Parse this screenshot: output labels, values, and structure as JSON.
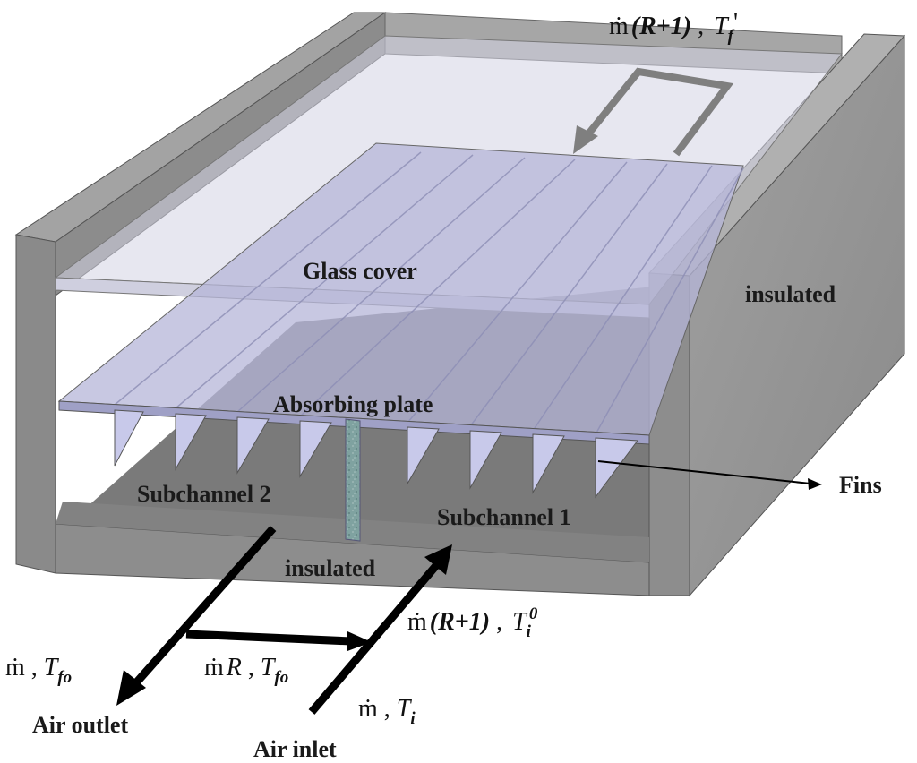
{
  "labels": {
    "glass_cover": "Glass cover",
    "insulated_side": "insulated",
    "absorbing_plate": "Absorbing plate",
    "fins": "Fins",
    "subchannel_2": "Subchannel 2",
    "subchannel_1": "Subchannel 1",
    "insulated_bottom": "insulated",
    "air_outlet": "Air outlet",
    "air_inlet": "Air inlet"
  },
  "flows": {
    "top_recycle": {
      "mass": "ṁ",
      "coef": "(R+1)",
      "sep": " , ",
      "temp": "T",
      "temp_sub": "f",
      "temp_mark": "'"
    },
    "inlet_mixed": {
      "mass": "ṁ",
      "coef": "(R+1)",
      "sep": " , ",
      "temp": "T",
      "temp_sub": "i",
      "temp_sup": "0"
    },
    "outlet": {
      "mass": "ṁ",
      "sep": " , ",
      "temp": "T",
      "temp_sub": "fo"
    },
    "recycle": {
      "mass": "ṁ",
      "coef": "R",
      "sep": " , ",
      "temp": "T",
      "temp_sub": "fo"
    },
    "inlet": {
      "mass": "ṁ",
      "sep": " , ",
      "temp": "T",
      "temp_sub": "i"
    }
  },
  "colors": {
    "wall": "#8f8f8f",
    "wall_dark": "#6f6f6f",
    "glass": "#d7d7e6",
    "absorber": "#b6b7d8",
    "fin": "#c7c8e8",
    "divider": "#7d9a98",
    "floor": "#7b7b7b",
    "arrow": "#000000",
    "top_arrow": "#7f7f7f"
  }
}
